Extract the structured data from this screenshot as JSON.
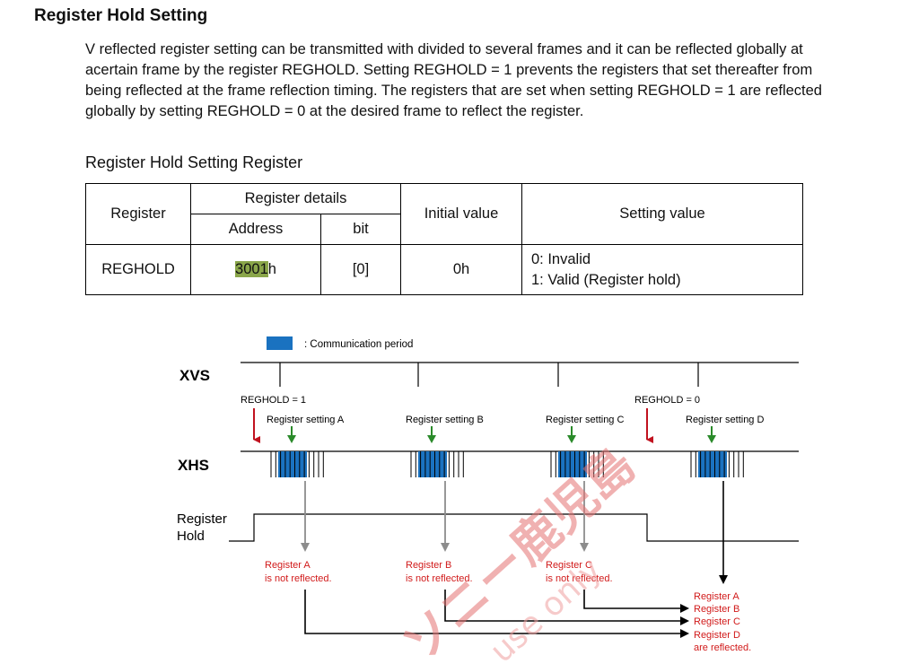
{
  "heading": "Register Hold Setting",
  "paragraph": [
    "V reflected register setting can be transmitted with divided to several frames and it can be reflected globally at",
    "acertain frame by the register REGHOLD. Setting REGHOLD = 1 prevents the registers that set thereafter from",
    "being reflected at the frame reflection timing. The registers that are set when setting REGHOLD = 1 are reflected",
    "globally by setting REGHOLD = 0 at the desired frame to reflect the register."
  ],
  "table_caption": "Register Hold Setting Register",
  "table": {
    "header_register": "Register",
    "header_details": "Register details",
    "header_address": "Address",
    "header_bit": "bit",
    "header_initial": "Initial value",
    "header_setting": "Setting value",
    "row": {
      "register": "REGHOLD",
      "address_hl": "3001",
      "address_suffix": "h",
      "bit": "[0]",
      "initial": "0h",
      "setting_0": "0: Invalid",
      "setting_1": "1: Valid (Register hold)"
    }
  },
  "diagram": {
    "legend_label": ": Communication period",
    "xvs_label": "XVS",
    "xhs_label": "XHS",
    "hold_label_1": "Register",
    "hold_label_2": "Hold",
    "reghold_1": "REGHOLD = 1",
    "reghold_0": "REGHOLD = 0",
    "setting_a": "Register setting A",
    "setting_b": "Register setting B",
    "setting_c": "Register setting C",
    "setting_d": "Register setting D",
    "not_a_1": "Register A",
    "not_b_1": "Register B",
    "not_c_1": "Register C",
    "not_reflected": "is not reflected.",
    "reflected_list": [
      "Register A",
      "Register B",
      "Register C",
      "Register D",
      "are reflected."
    ],
    "watermark_1": "ソニー鹿児島",
    "watermark_2": "use only",
    "colors": {
      "communication": "#1a72c0",
      "reghold_arrow": "#c1121f",
      "setting_arrow": "#2a8a2a",
      "note_text": "#d11a1a",
      "gray_arrow": "#8c8c8c"
    }
  }
}
